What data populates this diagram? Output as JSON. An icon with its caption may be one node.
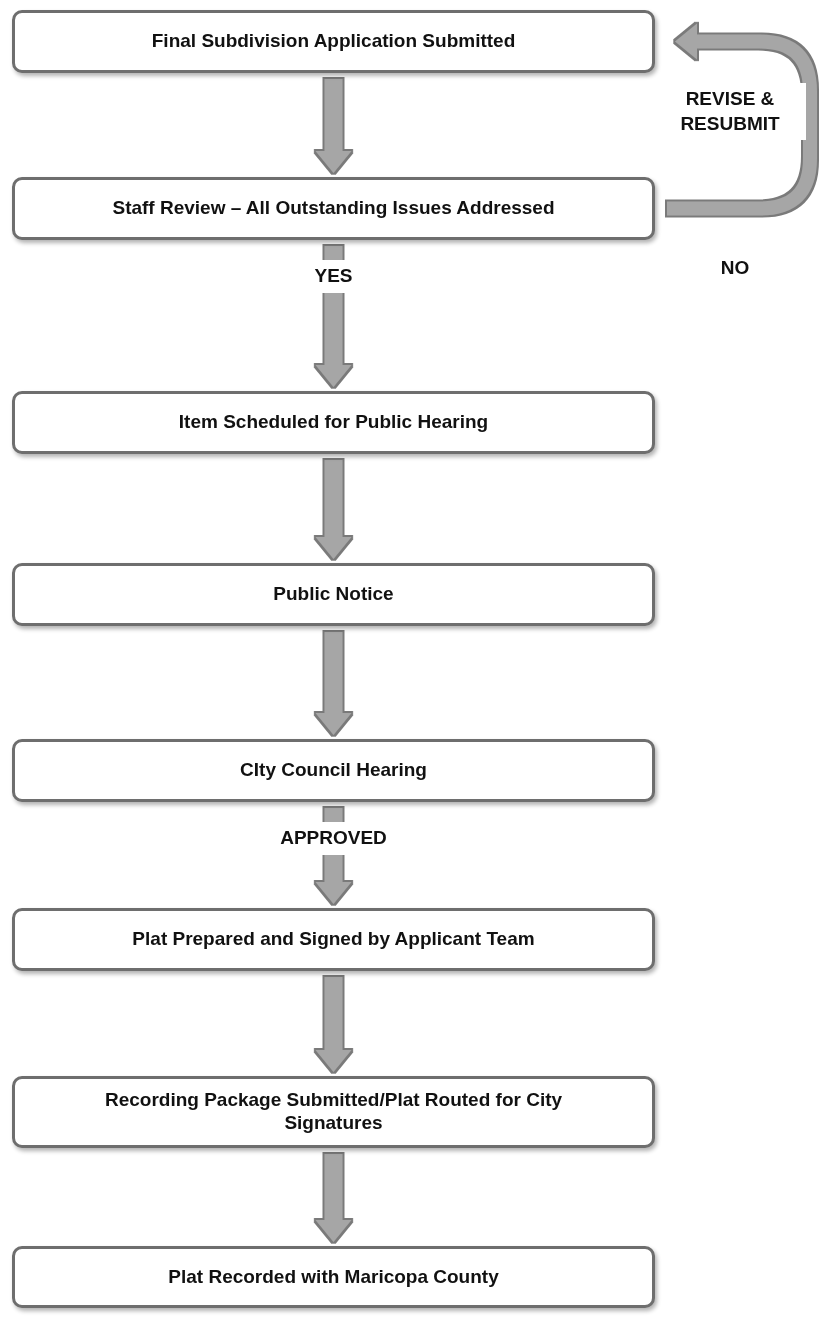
{
  "diagram": {
    "nodes": [
      {
        "text": [
          "Final Subdivision Application Submitted"
        ]
      },
      {
        "text": [
          "Staff Review – All Outstanding Issues Addressed"
        ]
      },
      {
        "text": [
          "Item Scheduled for Public Hearing"
        ]
      },
      {
        "text": [
          "Public Notice"
        ]
      },
      {
        "text": [
          "CIty Council Hearing"
        ]
      },
      {
        "text": [
          "Plat Prepared and Signed by Applicant Team"
        ]
      },
      {
        "text": [
          "Recording Package Submitted/Plat Routed for City Signatures"
        ]
      },
      {
        "text": [
          "Plat Recorded with Maricopa County"
        ]
      }
    ],
    "edges": [
      {
        "from": 0,
        "to": 1,
        "arrow": "to"
      },
      {
        "from": 1,
        "to": 2,
        "arrow": "to",
        "label": "YES"
      },
      {
        "from": 2,
        "to": 3,
        "arrow": "to"
      },
      {
        "from": 3,
        "to": 4,
        "arrow": "to"
      },
      {
        "from": 4,
        "to": 5,
        "arrow": "to",
        "label": "APPROVED"
      },
      {
        "from": 5,
        "to": 6,
        "arrow": "to"
      },
      {
        "from": 6,
        "to": 7,
        "arrow": "to"
      },
      {
        "from": 1,
        "to": 0,
        "arrow": "to",
        "label": "REVISE & RESUBMIT"
      }
    ],
    "labels": [
      "NO"
    ]
  }
}
